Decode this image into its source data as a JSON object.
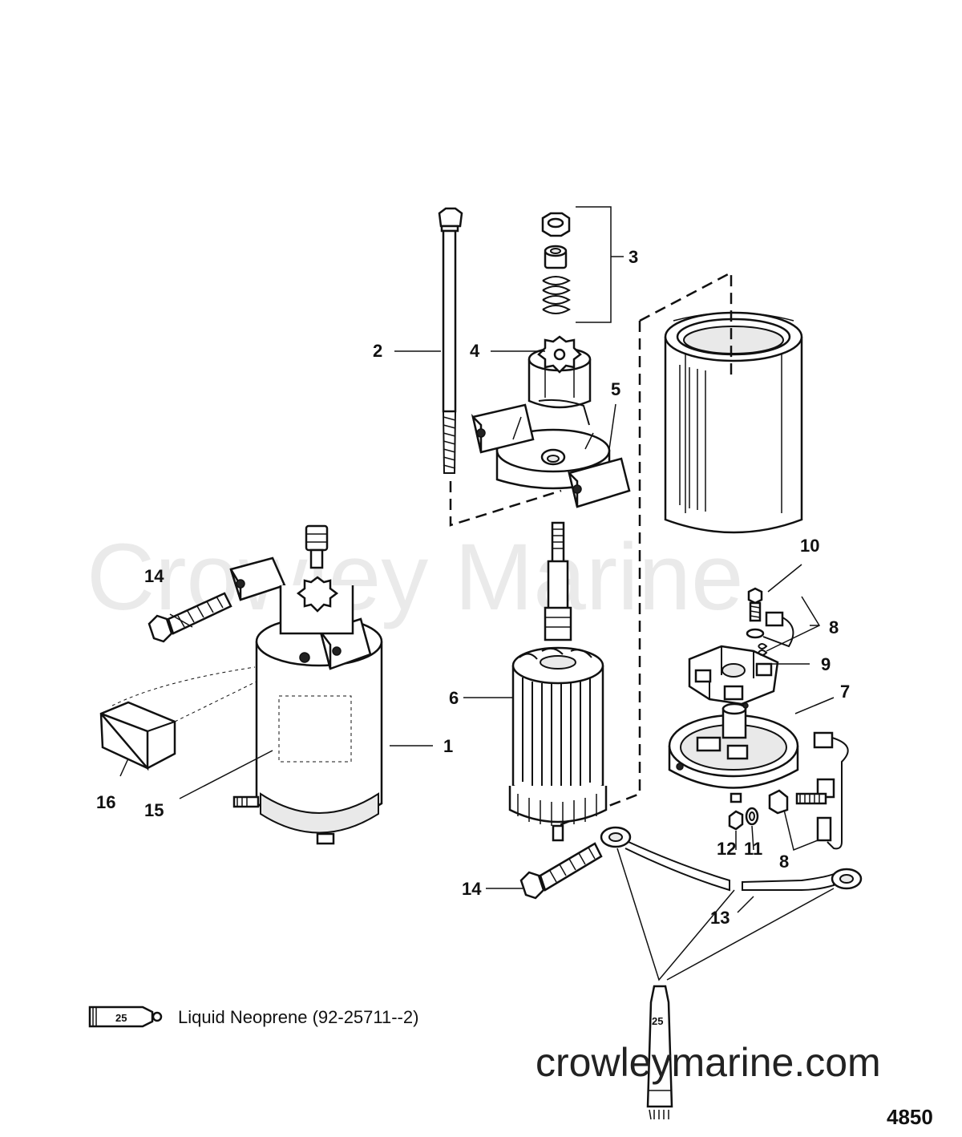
{
  "watermark": "Crowley Marine",
  "site": "crowleymarine.com",
  "diagram_code": "4850",
  "legend": {
    "tube_number": "25",
    "text": "Liquid Neoprene (92-25711--2)"
  },
  "tube_number": "25",
  "callouts": {
    "c1": "1",
    "c2": "2",
    "c3": "3",
    "c4": "4",
    "c5": "5",
    "c6": "6",
    "c7": "7",
    "c8a": "8",
    "c8b": "8",
    "c9": "9",
    "c10": "10",
    "c11": "11",
    "c12": "12",
    "c13": "13",
    "c14a": "14",
    "c14b": "14",
    "c15": "15",
    "c16": "16"
  }
}
